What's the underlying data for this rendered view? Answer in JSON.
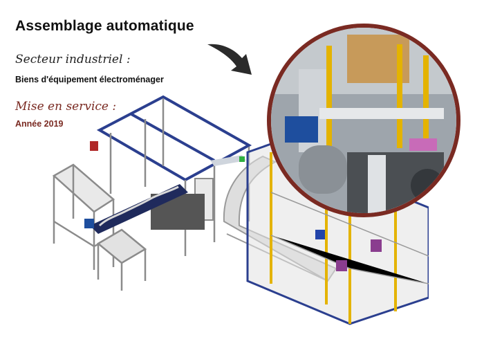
{
  "heading": {
    "title": "Assemblage automatique"
  },
  "info": {
    "sector_label": "Secteur industriel :",
    "sector_value": "Biens d'équipement électroménager",
    "service_label": "Mise en service :",
    "service_value": "Année 2019"
  },
  "colors": {
    "accent": "#7a2a22",
    "text": "#111111",
    "frame_blue": "#2b3f8f",
    "frame_gray": "#8b8b8b",
    "safety_yellow": "#e4b300",
    "equipment_purple": "#8a3d8f",
    "arrow": "#2b2b2b"
  },
  "icons": {
    "pointer": "curved-arrow-icon"
  }
}
